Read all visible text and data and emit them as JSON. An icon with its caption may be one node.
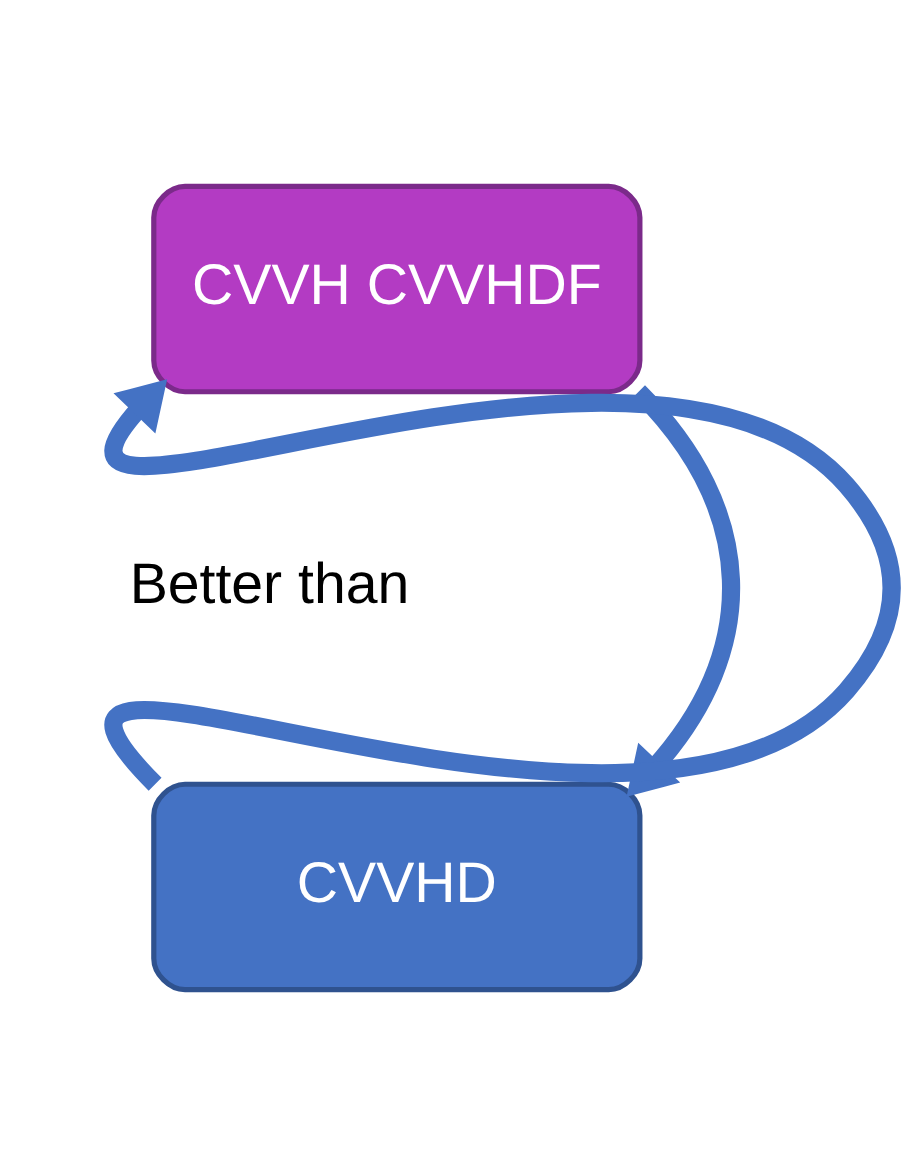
{
  "diagram": {
    "nodes": [
      {
        "text": [
          "CVVH CVVHDF"
        ]
      },
      {
        "text": [
          "CVVHD"
        ]
      }
    ],
    "edges": [
      {
        "from": 0,
        "to": 1,
        "arrow": "to"
      },
      {
        "from": 1,
        "to": 0,
        "arrow": "to"
      }
    ],
    "labels": [
      "Better than"
    ]
  }
}
